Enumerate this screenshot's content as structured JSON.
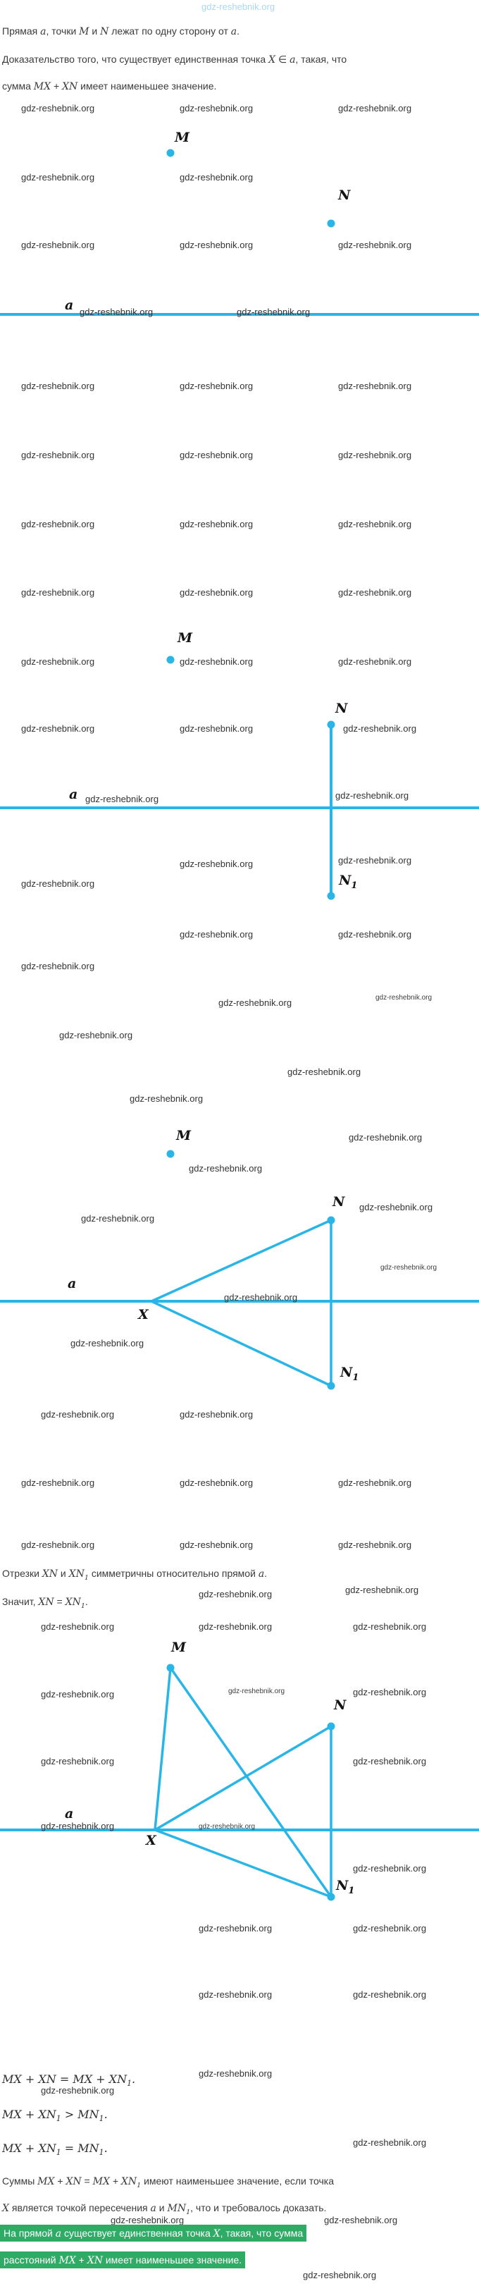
{
  "watermark": "gdz-reshebnik.org",
  "colors": {
    "accent": "#29b5e5",
    "watermark_dark": "#333333",
    "watermark_light": "#a9d8ef",
    "highlight_green": "#2fab66"
  },
  "intro": {
    "line1": [
      {
        "t": "Прямая "
      },
      {
        "t": "a",
        "i": true
      },
      {
        "t": ", точки "
      },
      {
        "t": "M",
        "i": true
      },
      {
        "t": " и "
      },
      {
        "t": "N",
        "i": true
      },
      {
        "t": " лежат по одну сторону от "
      },
      {
        "t": "a",
        "i": true
      },
      {
        "t": "."
      }
    ],
    "line2": [
      {
        "t": "Доказательство того, что существует единственная точка "
      },
      {
        "t": "X",
        "i": true
      },
      {
        "t": " ∈ "
      },
      {
        "t": "a",
        "i": true
      },
      {
        "t": ", такая, что"
      }
    ],
    "line3": [
      {
        "t": "сумма "
      },
      {
        "t": "MX",
        "i": true
      },
      {
        "t": " + "
      },
      {
        "t": "XN",
        "i": true
      },
      {
        "t": " имеет наименьшее значение."
      }
    ]
  },
  "figures": {
    "fig1": {
      "m": "M",
      "n": "N",
      "a": "a"
    },
    "fig2": {
      "m": "M",
      "n": "N",
      "a": "a",
      "n1": [
        {
          "t": "N"
        },
        {
          "t": "1",
          "sub": true
        }
      ]
    },
    "fig3": {
      "m": "M",
      "n": "N",
      "a": "a",
      "x": "X",
      "n1": [
        {
          "t": "N"
        },
        {
          "t": "1",
          "sub": true
        }
      ]
    },
    "fig4": {
      "m": "M",
      "n": "N",
      "a": "a",
      "x": "X",
      "n1": [
        {
          "t": "N"
        },
        {
          "t": "1",
          "sub": true
        }
      ]
    }
  },
  "middle": {
    "line1": [
      {
        "t": "Отрезки "
      },
      {
        "t": "XN",
        "i": true
      },
      {
        "t": " и "
      },
      {
        "t": "XN",
        "i": true
      },
      {
        "t": "1",
        "i": true,
        "sub": true
      },
      {
        "t": " симметричны относительно прямой "
      },
      {
        "t": "a",
        "i": true
      },
      {
        "t": "."
      }
    ],
    "line2": [
      {
        "t": "Значит, "
      },
      {
        "t": "XN",
        "i": true
      },
      {
        "t": " = "
      },
      {
        "t": "XN",
        "i": true
      },
      {
        "t": "1",
        "i": true,
        "sub": true
      },
      {
        "t": "."
      }
    ]
  },
  "conclusion": {
    "f1": [
      {
        "t": "MX + XN = MX + XN"
      },
      {
        "t": "1",
        "sub": true
      },
      {
        "t": "."
      }
    ],
    "f2": [
      {
        "t": "MX + XN"
      },
      {
        "t": "1",
        "sub": true
      },
      {
        "t": " > MN"
      },
      {
        "t": "1",
        "sub": true
      },
      {
        "t": "."
      }
    ],
    "f3": [
      {
        "t": "MX + XN"
      },
      {
        "t": "1",
        "sub": true
      },
      {
        "t": " = MN"
      },
      {
        "t": "1",
        "sub": true
      },
      {
        "t": "."
      }
    ],
    "s1": [
      {
        "t": "Суммы "
      },
      {
        "t": "MX",
        "i": true
      },
      {
        "t": " + "
      },
      {
        "t": "XN",
        "i": true
      },
      {
        "t": " = "
      },
      {
        "t": "MX",
        "i": true
      },
      {
        "t": " + "
      },
      {
        "t": "XN",
        "i": true
      },
      {
        "t": "1",
        "i": true,
        "sub": true
      },
      {
        "t": " имеют наименьшее значение, если точка"
      }
    ],
    "s2": [
      {
        "t": "X",
        "i": true
      },
      {
        "t": " является точкой пересечения "
      },
      {
        "t": "a",
        "i": true
      },
      {
        "t": " и "
      },
      {
        "t": "MN",
        "i": true
      },
      {
        "t": "1",
        "i": true,
        "sub": true
      },
      {
        "t": ", что и требовалось доказать."
      }
    ],
    "g1": [
      {
        "t": "На прямой "
      },
      {
        "t": "a",
        "i": true
      },
      {
        "t": " существует единственная точка "
      },
      {
        "t": "X",
        "i": true
      },
      {
        "t": ", такая, что сумма"
      }
    ],
    "g2": [
      {
        "t": "расстояний "
      },
      {
        "t": "MX",
        "i": true
      },
      {
        "t": " + "
      },
      {
        "t": "XN",
        "i": true
      },
      {
        "t": " имеет наименьшее значение."
      }
    ]
  }
}
